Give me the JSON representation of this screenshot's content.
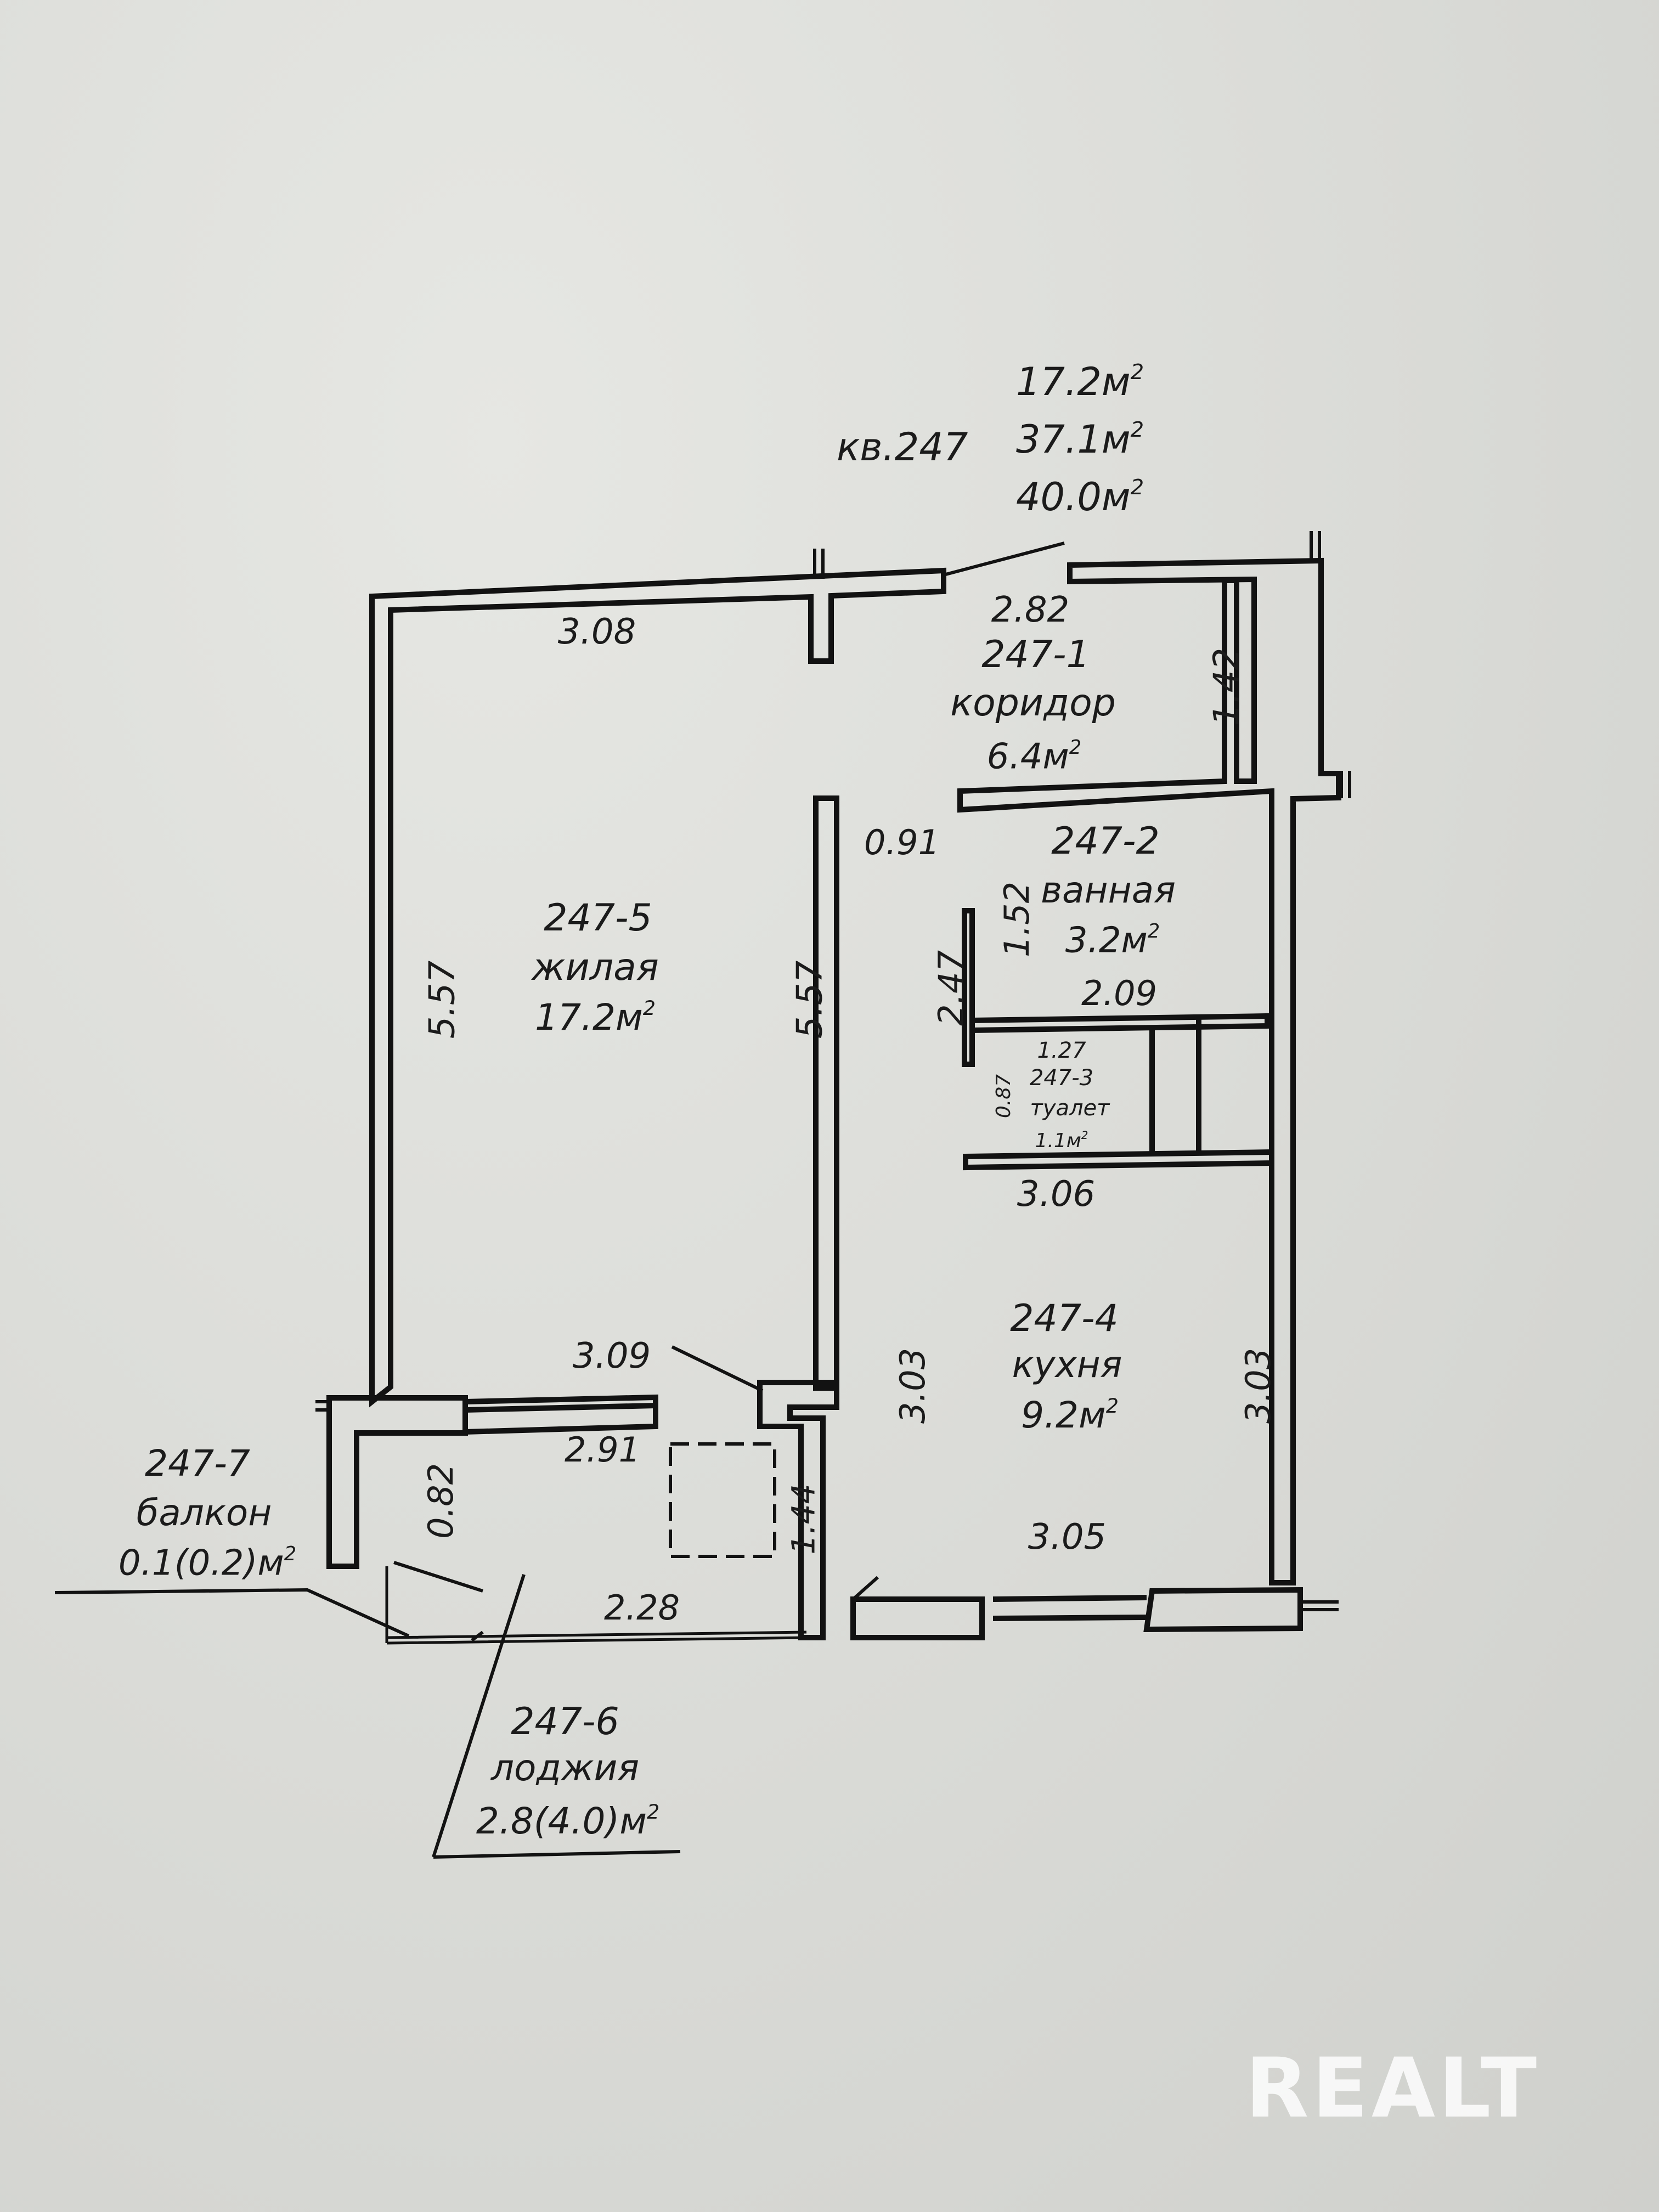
{
  "summary": {
    "unit": "кв.247",
    "area_living": "17.2м",
    "area_total": "37.1м",
    "area_gross": "40.0м"
  },
  "rooms": {
    "corridor": {
      "id": "247-1",
      "name": "коридор",
      "area": "6.4м"
    },
    "bathroom": {
      "id": "247-2",
      "name": "ванная",
      "area": "3.2м"
    },
    "toilet": {
      "id": "247-3",
      "name": "туалет",
      "area": "1.1м"
    },
    "kitchen": {
      "id": "247-4",
      "name": "кухня",
      "area": "9.2м"
    },
    "living": {
      "id": "247-5",
      "name": "жилая",
      "area": "17.2м"
    },
    "loggia": {
      "id": "247-6",
      "name": "лоджия",
      "area": "2.8(4.0)м"
    },
    "balcony": {
      "id": "247-7",
      "name": "балкон",
      "area": "0.1(0.2)м"
    }
  },
  "dims": {
    "living_top": "3.08",
    "living_left": "5.57",
    "living_right": "5.57",
    "living_bottom": "3.09",
    "corridor_top": "2.82",
    "corridor_side": "1.42",
    "passage": "0.91",
    "bath_height": "2.47",
    "bath_door": "1.52",
    "bath_width": "2.09",
    "toilet_width": "1.27",
    "toilet_height": "0.87",
    "kitchen_top": "3.06",
    "kitchen_left": "3.03",
    "kitchen_right": "3.03",
    "kitchen_bottom": "3.05",
    "loggia_top": "2.91",
    "loggia_side": "0.82",
    "loggia_bottom": "2.28",
    "loggia_right": "1.44"
  },
  "watermark": "REALT"
}
